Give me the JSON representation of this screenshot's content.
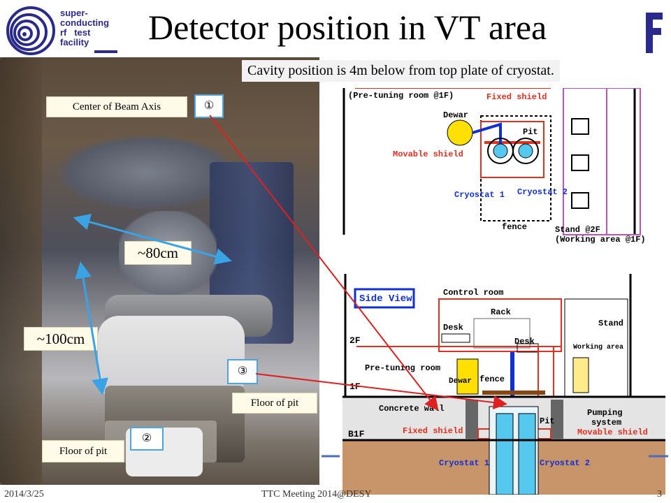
{
  "slide": {
    "title": "Detector position in VT area",
    "logo": {
      "lines": [
        "super-",
        "conducting",
        "rf   test",
        "facility"
      ],
      "mark": "F"
    },
    "banner": "Cavity position is 4m below from top plate of cryostat.",
    "photo_labels": {
      "center_beam_axis": "Center of Beam Axis",
      "circle1": "①",
      "circle2": "②",
      "circle3": "③",
      "floor_pit_left": "Floor of pit",
      "floor_pit_right": "Floor of pit",
      "dim80": "~80cm",
      "dim100": "~100cm"
    },
    "top_plan": {
      "pretuning": "(Pre-tuning room @1F)",
      "fixed_shield": "Fixed shield",
      "dewar": "Dewar",
      "pit": "Pit",
      "movable_shield": "Movable shield",
      "cryostat1": "Cryostat 1",
      "cryostat2": "Cryostat 2",
      "fence": "fence",
      "stand": "Stand @2F",
      "working_area": "(Working area @1F)"
    },
    "side_view": {
      "title": "Side View",
      "control_room": "Control room",
      "rack": "Rack",
      "desk_left": "Desk",
      "desk_right": "Desk",
      "stand": "Stand",
      "working_area": "Working area",
      "floor2": "2F",
      "pretuning_room": "Pre-tuning room",
      "floor1": "1F",
      "dewar": "Dewar",
      "fence": "fence",
      "concrete_wall": "Concrete wall",
      "pit": "Pit",
      "pumping": "Pumping",
      "system": "system",
      "floorb1": "B1F",
      "fixed_shield": "Fixed shield",
      "movable_shield": "Movable shield",
      "cryostat1": "Cryostat 1",
      "cryostat2": "Cryostat 2"
    },
    "footer": {
      "date": "2014/3/25",
      "meeting": "TTC Meeting 2014@DESY",
      "page": "3"
    },
    "colors": {
      "accent": "#2a2a8a",
      "arrow_red": "#e02020",
      "arrow_blue": "#39a3e6",
      "diagram_red": "#e03020"
    }
  }
}
